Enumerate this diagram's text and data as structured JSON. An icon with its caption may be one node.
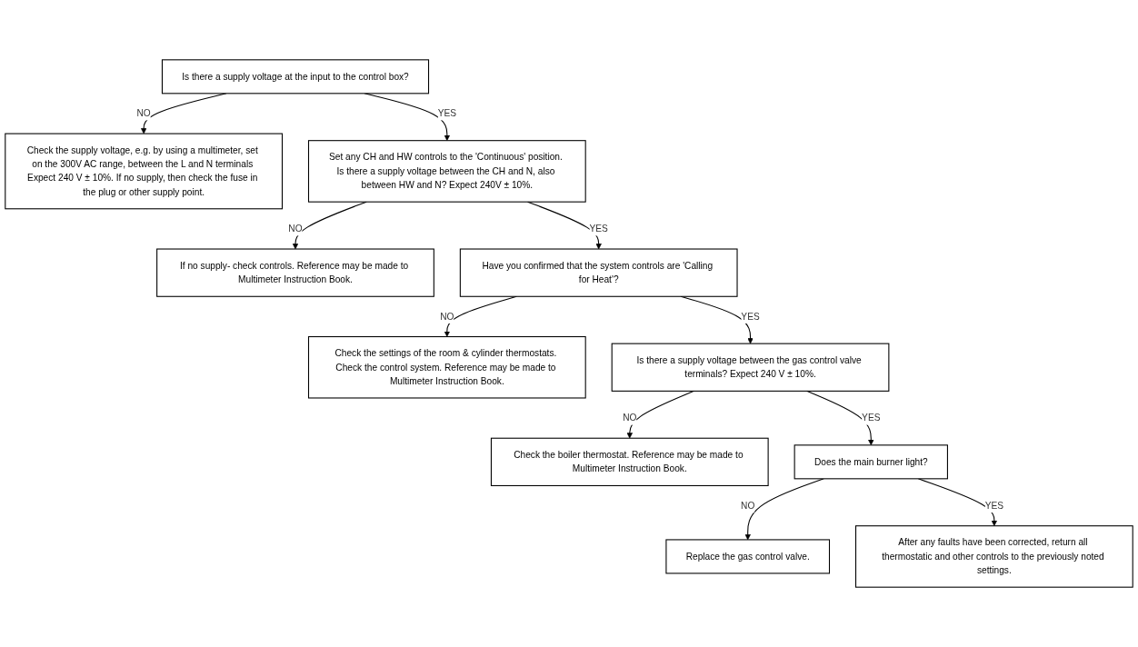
{
  "diagram": {
    "nodes": [
      {
        "text": [
          "Is there a supply voltage at the input to the control box?"
        ]
      },
      {
        "text": [
          "Check the supply voltage, e.g. by using a multimeter, set on the 300V AC range, between the L and N terminals Expect 240 V ± 10%. If no supply, then check the fuse in the plug or other supply point."
        ]
      },
      {
        "text": [
          "Set any CH and HW controls to the 'Continuous' position. Is there a supply voltage between the CH and N, also between HW and N? Expect 240V ± 10%."
        ]
      },
      {
        "text": [
          "If no supply- check controls. Reference may be made to Multimeter Instruction Book."
        ]
      },
      {
        "text": [
          "Have you confirmed that the system controls are 'Calling for Heat'?"
        ]
      },
      {
        "text": [
          "Check the settings of the room & cylinder thermostats. Check the control system. Reference may be made to Multimeter Instruction Book."
        ]
      },
      {
        "text": [
          "Is there a supply voltage between the gas control valve terminals? Expect 240 V ± 10%."
        ]
      },
      {
        "text": [
          "Check the boiler thermostat. Reference may be made to Multimeter Instruction Book."
        ]
      },
      {
        "text": [
          "Does the main burner light?"
        ]
      },
      {
        "text": [
          "Replace the gas control valve."
        ]
      },
      {
        "text": [
          "After any faults have been corrected, return all thermostatic and other controls to the previously noted settings."
        ]
      }
    ],
    "edges": [
      {
        "from": 0,
        "to": 1,
        "label": "NO",
        "arrow": "to"
      },
      {
        "from": 0,
        "to": 2,
        "label": "YES",
        "arrow": "to"
      },
      {
        "from": 2,
        "to": 3,
        "label": "NO",
        "arrow": "to"
      },
      {
        "from": 2,
        "to": 4,
        "label": "YES",
        "arrow": "to"
      },
      {
        "from": 4,
        "to": 5,
        "label": "NO",
        "arrow": "to"
      },
      {
        "from": 4,
        "to": 6,
        "label": "YES",
        "arrow": "to"
      },
      {
        "from": 6,
        "to": 7,
        "label": "NO",
        "arrow": "to"
      },
      {
        "from": 6,
        "to": 8,
        "label": "YES",
        "arrow": "to"
      },
      {
        "from": 8,
        "to": 9,
        "label": "NO",
        "arrow": "to"
      },
      {
        "from": 8,
        "to": 10,
        "label": "YES",
        "arrow": "to"
      }
    ]
  }
}
